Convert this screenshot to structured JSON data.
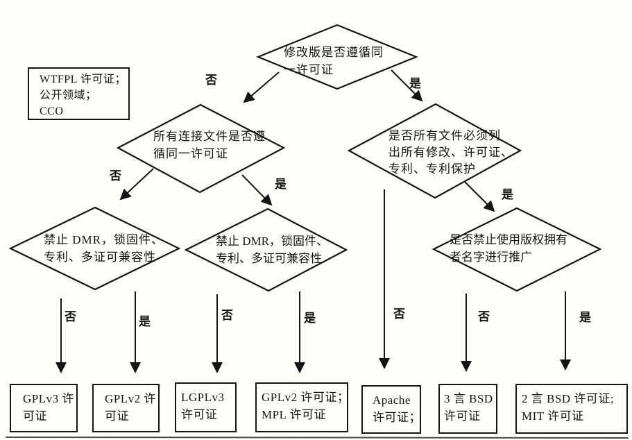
{
  "figure": {
    "kind": "license-decision-flowchart",
    "background_color": "#fdfdfc",
    "ink_color": "#141414"
  },
  "note_box": {
    "line1": "WTFPL 许可证；",
    "line2": "公开领域；",
    "line3": "CCO"
  },
  "decisions": {
    "d1": {
      "line1": "修改版是否遵循同",
      "line2": "一许可证",
      "line3": ""
    },
    "d2": {
      "line1": "所有连接文件是否遵",
      "line2": "循同一许可证",
      "line3": ""
    },
    "d3": {
      "line1": "是否所有文件必须列",
      "line2": "出所有修改、许可证、",
      "line3": "专利、专利保护"
    },
    "d4": {
      "line1": "禁止 DMR，锁固件、",
      "line2": "专利、多证可兼容性",
      "line3": ""
    },
    "d5": {
      "line1": "禁止 DMR，锁固件、",
      "line2": "专利、多证可兼容性",
      "line3": ""
    },
    "d6": {
      "line1": "是否禁止使用版权拥有",
      "line2": "者名字进行推广",
      "line3": ""
    }
  },
  "edge_labels": {
    "d1_no": "否",
    "d1_yes": "是",
    "d2_no": "否",
    "d2_yes": "是",
    "d3_no": "否",
    "d3_yes": "是",
    "d4_no": "否",
    "d4_yes": "是",
    "d5_no": "否",
    "d5_yes": "是",
    "d6_no": "否",
    "d6_yes": "是"
  },
  "outcomes": {
    "o1": {
      "line1": "GPLv3 许",
      "line2": "可证"
    },
    "o2": {
      "line1": "GPLv2 许",
      "line2": "可证"
    },
    "o3": {
      "line1": "LGPLv3",
      "line2": "许可证"
    },
    "o4": {
      "line1": "GPLv2 许可证；",
      "line2": "MPL 许可证"
    },
    "o5": {
      "line1": "Apache",
      "line2": "许可证；"
    },
    "o6": {
      "line1": "3 言 BSD",
      "line2": "许可证"
    },
    "o7": {
      "line1": "2 言 BSD 许可证;",
      "line2": "MIT 许可证"
    }
  }
}
